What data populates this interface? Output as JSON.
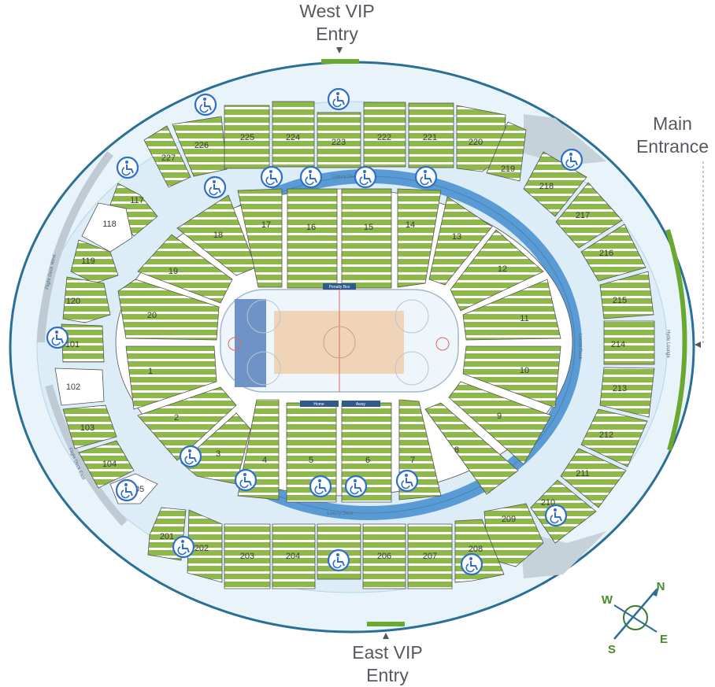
{
  "labels": {
    "west_vip": [
      "West VIP",
      "Entry"
    ],
    "east_vip": [
      "East VIP",
      "Entry"
    ],
    "main_entrance": [
      "Main",
      "Entrance"
    ]
  },
  "areas": {
    "luxury_deck": "Luxury Deck",
    "penalty_box": "Penalty Box",
    "home": "Home",
    "away": "Away",
    "hyde_lounge": "Hyde Lounge",
    "flight_deck_west": "Flight Deck West",
    "flight_deck_east": "Flight Deck East"
  },
  "compass": {
    "n": "N",
    "s": "S",
    "e": "E",
    "w": "W"
  },
  "colors": {
    "seat_green": "#8fb84a",
    "concourse": "#dcedf7",
    "deck_blue": "#5b9bd5",
    "ice": "#eef5fb",
    "court": "#f0c8a0",
    "entry_green": "#6aa832",
    "wheelchair_blue": "#2f6fcc"
  },
  "sections": {
    "upper_top": [
      "227",
      "226",
      "225",
      "224",
      "223",
      "222",
      "221",
      "220",
      "219",
      "218"
    ],
    "upper_right": [
      "217",
      "216",
      "215",
      "214",
      "213",
      "212",
      "211",
      "210"
    ],
    "upper_bottom": [
      "209",
      "208",
      "207",
      "206",
      "204",
      "203",
      "202",
      "201"
    ],
    "left": [
      "117",
      "118",
      "119",
      "120",
      "101",
      "102",
      "103",
      "104",
      "105"
    ],
    "lower_top": [
      "18",
      "17",
      "16",
      "15",
      "14",
      "13",
      "12"
    ],
    "lower_left": [
      "19",
      "20",
      "1",
      "2",
      "3"
    ],
    "lower_right": [
      "11",
      "10",
      "9",
      "8"
    ],
    "lower_bottom": [
      "4",
      "5",
      "6",
      "7"
    ]
  }
}
